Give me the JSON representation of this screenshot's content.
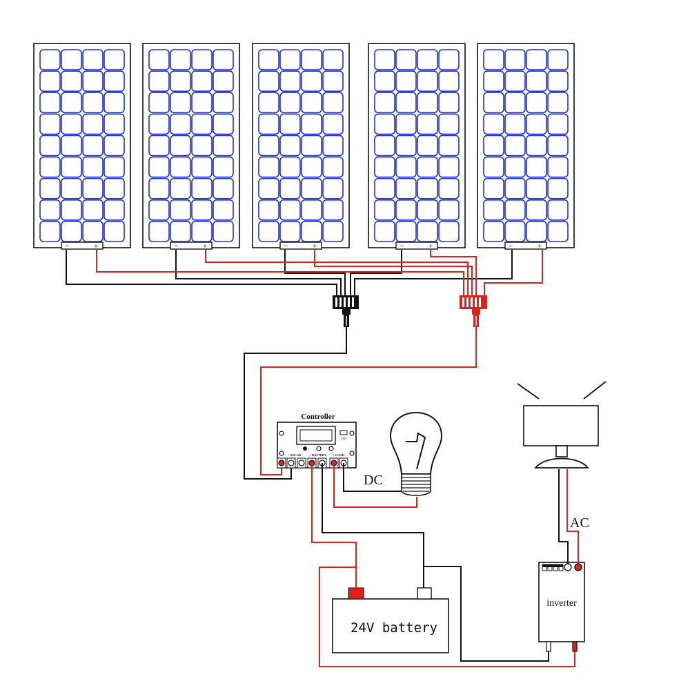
{
  "panels": [
    {
      "id": "panel-1",
      "minus": "−",
      "plus": "+"
    },
    {
      "id": "panel-2",
      "minus": "−",
      "plus": "+"
    },
    {
      "id": "panel-3",
      "minus": "−",
      "plus": "+"
    },
    {
      "id": "panel-4",
      "minus": "−",
      "plus": "+"
    },
    {
      "id": "panel-5",
      "minus": "−",
      "plus": "+"
    }
  ],
  "panel_grid": {
    "columns": 4,
    "rows": 9
  },
  "controller": {
    "title": "Controller",
    "usb": "USB",
    "label_solar": "+ SOLAR -",
    "label_battery": "+ BATTERY -",
    "label_load": "+ LOAD -"
  },
  "labels": {
    "dc": "DC",
    "ac": "AC",
    "battery": "24V battery",
    "inverter": "inverter"
  },
  "colors": {
    "positive_wire": "#e0201c",
    "negative_wire": "#111111",
    "cell_outline": "#1f2fd6"
  }
}
